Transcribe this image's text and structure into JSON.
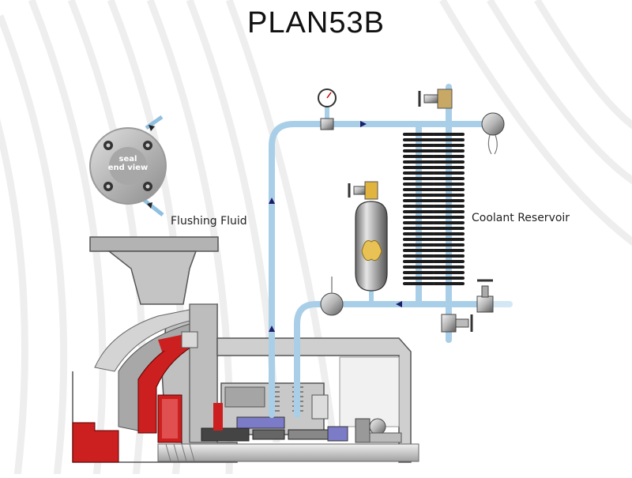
{
  "title": "PLAN53B",
  "labels": {
    "flushing_fluid": "Flushing Fluid",
    "coolant_reservoir": "Coolant Reservoir",
    "seal_end_view_line1": "seal",
    "seal_end_view_line2": "end view"
  },
  "colors": {
    "pipe": "#a9cfe8",
    "pipe_dark": "#7fb1d3",
    "casing_red": "#cc1f1f",
    "metal": "#b9b9b9",
    "metal_dark": "#6f6f6f",
    "fins": "#1c1c1c",
    "seal_face": "#7b7bc8",
    "bladder": "#e8c255"
  }
}
